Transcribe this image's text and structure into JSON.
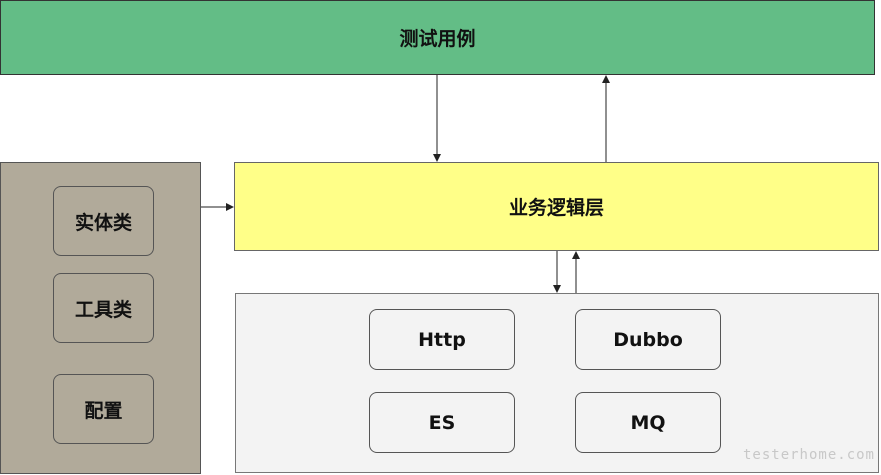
{
  "diagram": {
    "top_layer": {
      "label": "测试用例"
    },
    "logic_layer": {
      "label": "业务逻辑层"
    },
    "left_panel": {
      "items": [
        "实体类",
        "工具类",
        "配置"
      ]
    },
    "bottom_panel": {
      "items": [
        "Http",
        "Dubbo",
        "ES",
        "MQ"
      ]
    },
    "watermark": "testerhome.com",
    "colors": {
      "top_layer": "#63bd86",
      "logic_layer": "#ffff88",
      "left_panel": "#b1aa9a",
      "bottom_panel": "#f3f3f3"
    }
  }
}
